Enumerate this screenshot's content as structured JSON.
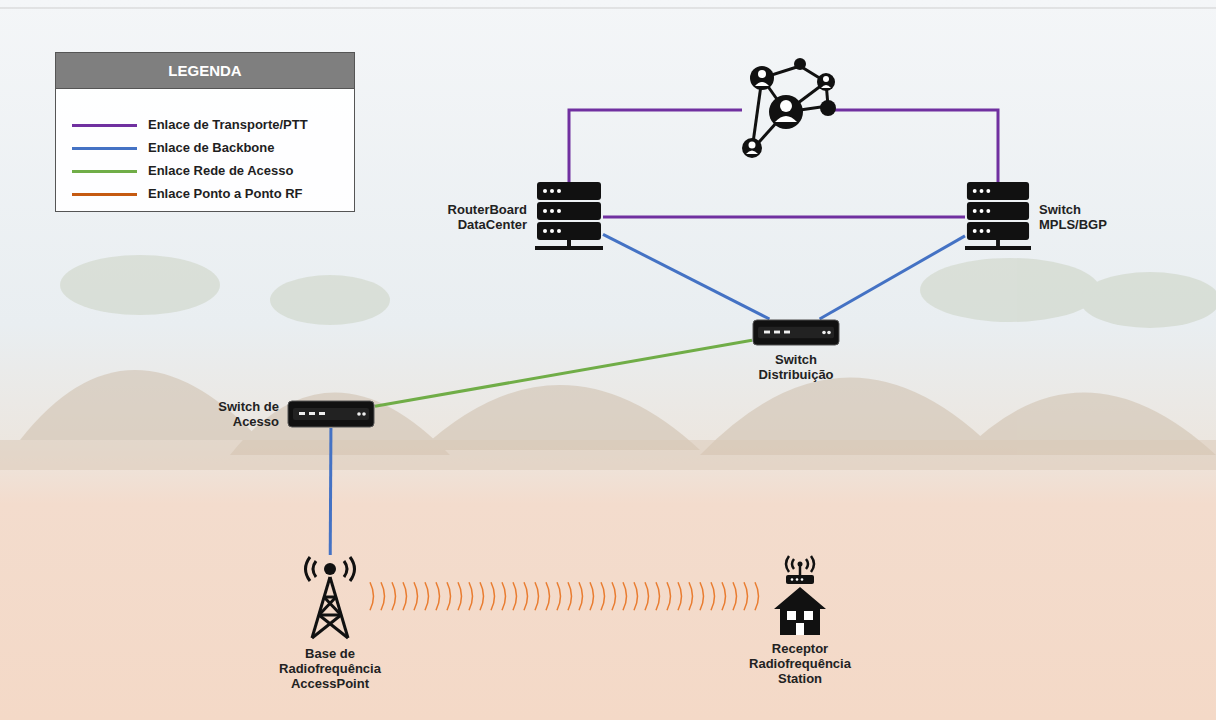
{
  "diagram": {
    "nodes": [
      {
        "text": [
          "RouterBoard DataCenter"
        ]
      },
      {
        "text": [
          "Switch MPLS/BGP"
        ]
      },
      {
        "text": [
          "Switch Distribuição"
        ]
      },
      {
        "text": [
          "Switch de Acesso"
        ]
      },
      {
        "text": [
          "Base de Radiofrequência AccessPoint"
        ]
      },
      {
        "text": [
          "Receptor Radiofrequência Station"
        ]
      }
    ],
    "edges": [
      {
        "from": 0,
        "to": 1,
        "arrow": "none"
      },
      {
        "from": 0,
        "to": 2,
        "arrow": "none"
      },
      {
        "from": 1,
        "to": 2,
        "arrow": "none"
      },
      {
        "from": 2,
        "to": 3,
        "arrow": "none"
      },
      {
        "from": 3,
        "to": 4,
        "arrow": "none"
      },
      {
        "from": 4,
        "to": 5,
        "arrow": "none"
      }
    ],
    "labels": [
      "LEGENDA"
    ],
    "legend": [
      {
        "text": "Enlace de Transporte/PTT"
      },
      {
        "text": "Enlace de Backbone"
      },
      {
        "text": "Enlace Rede de Acesso"
      },
      {
        "text": "Enlace Ponto a Ponto RF"
      }
    ]
  }
}
